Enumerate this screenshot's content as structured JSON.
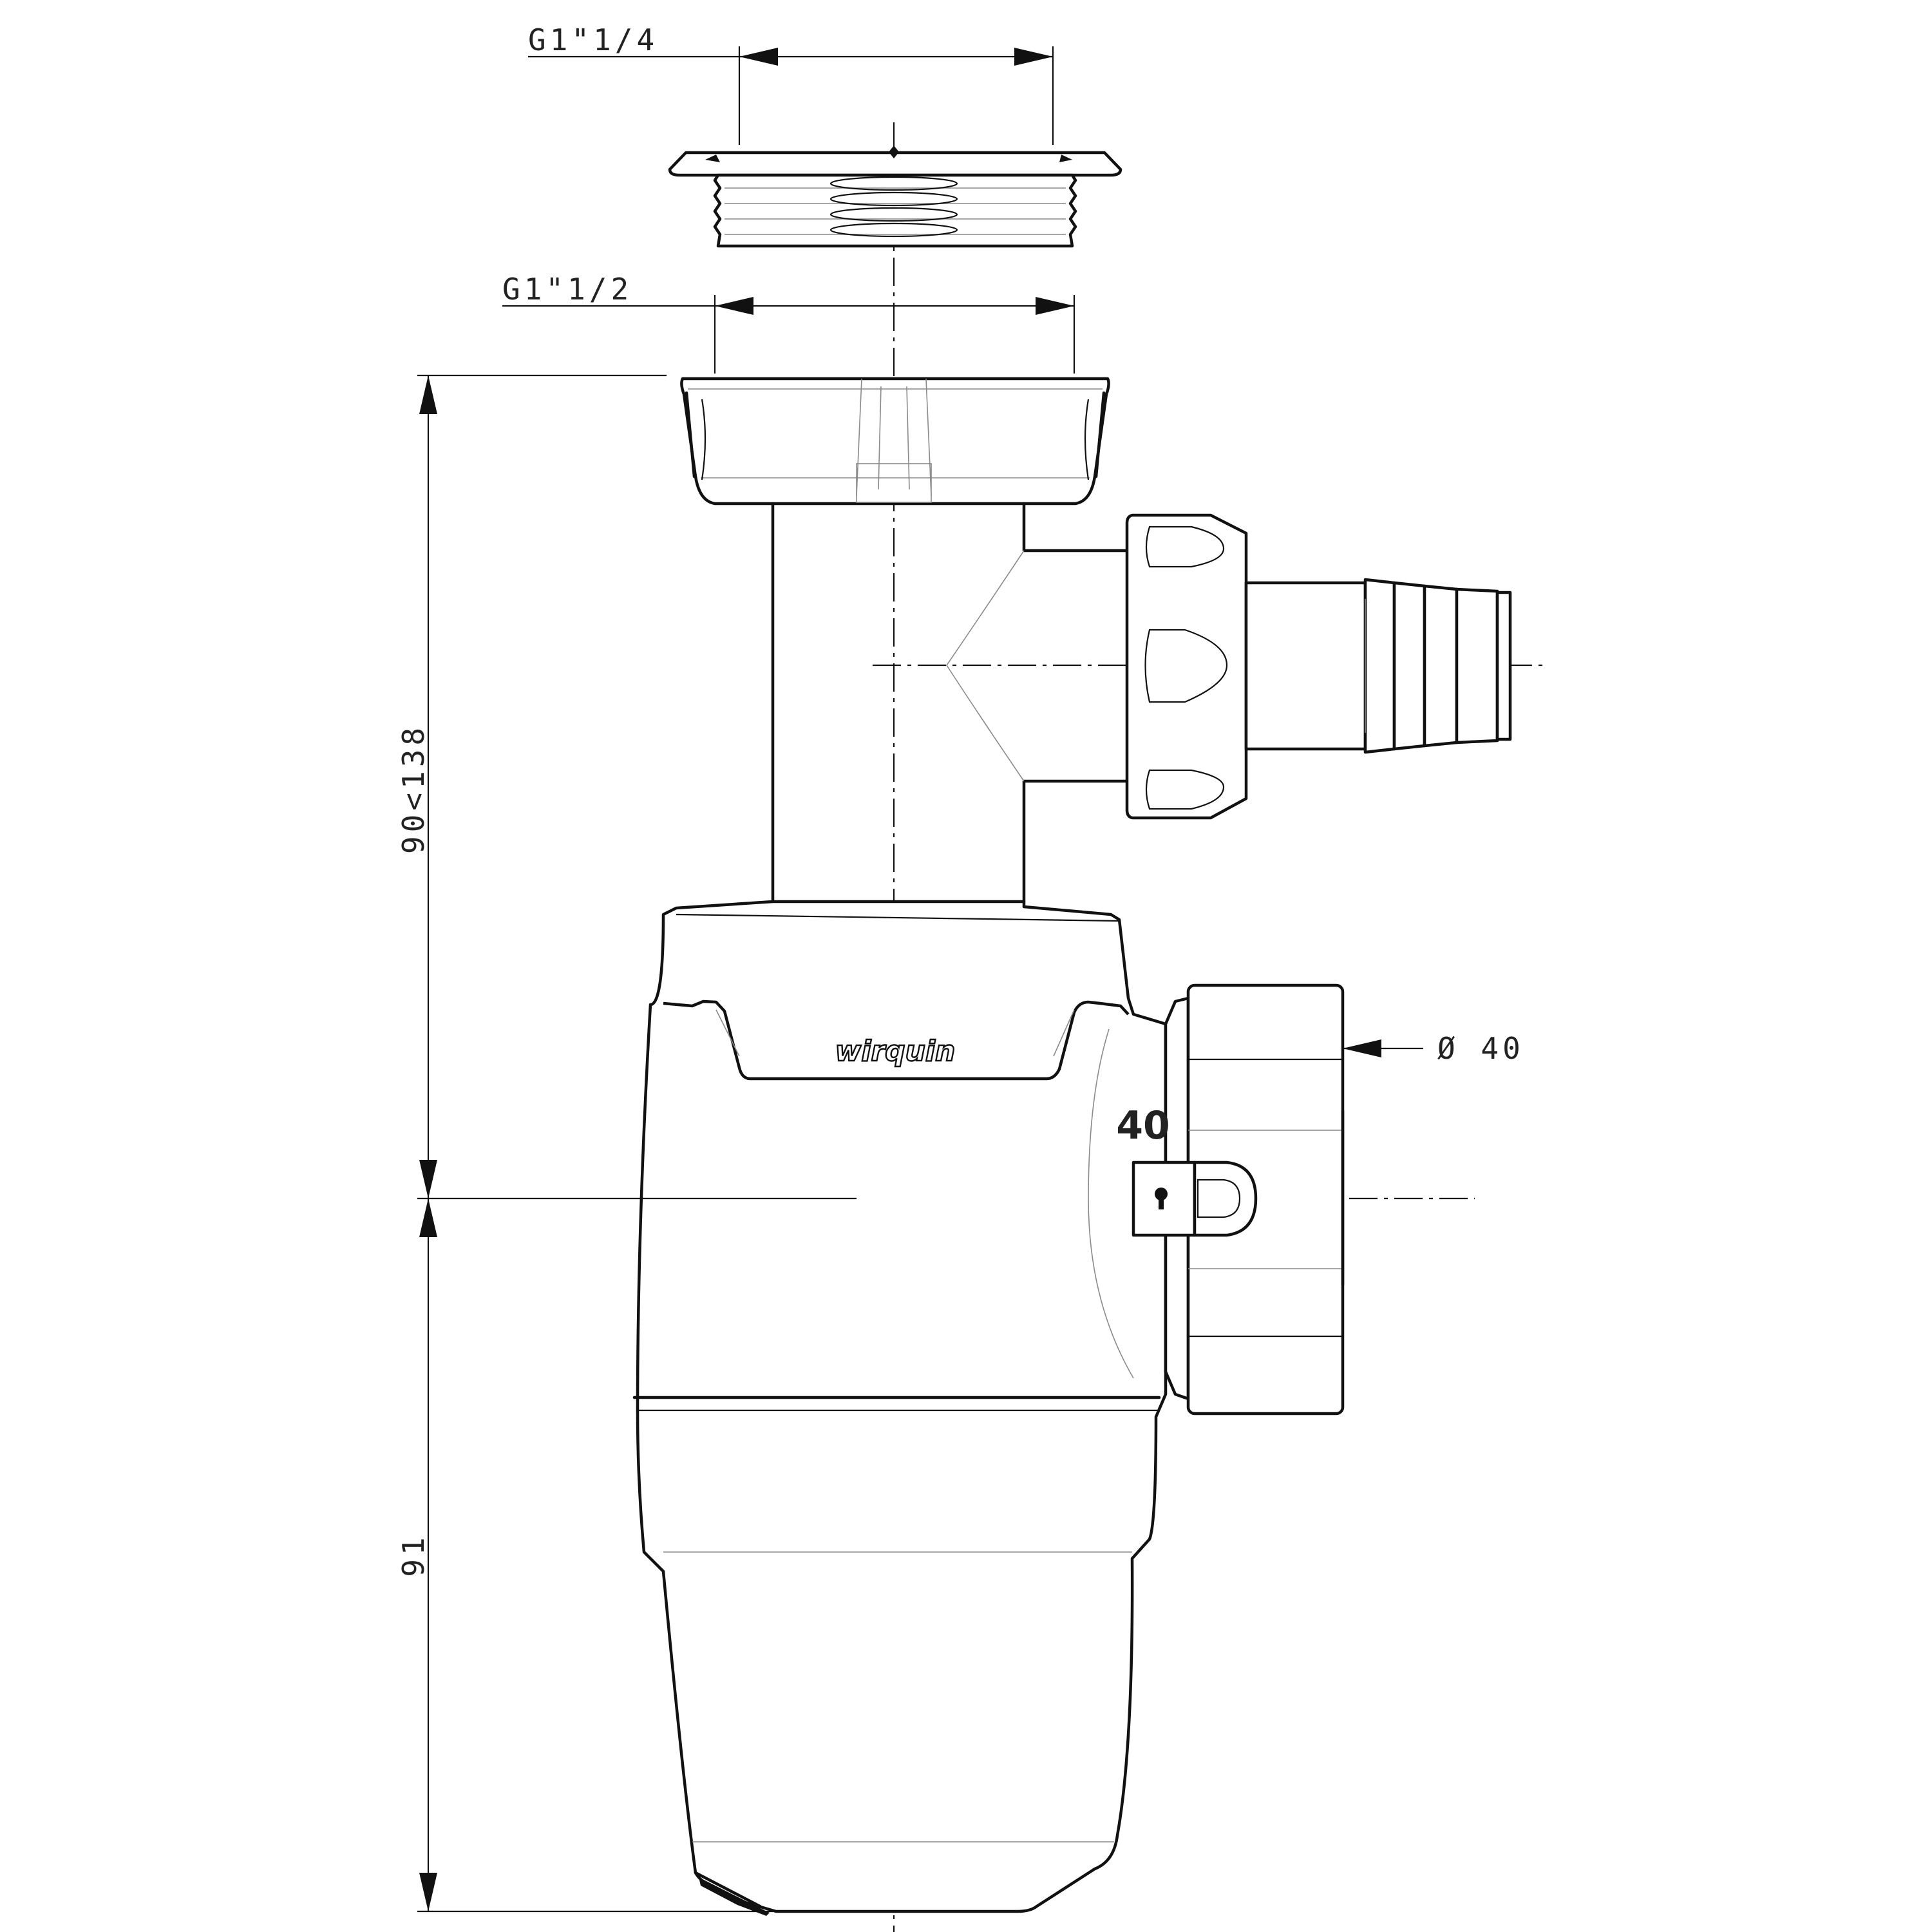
{
  "dimensions": {
    "top_thread": "G1\"1/4",
    "nut_thread": "G1\"1/2",
    "height_adjustable": "90<138",
    "lower_height": "91",
    "outlet_diameter": "Ø 40"
  },
  "body": {
    "brand": "wirquin",
    "outlet_mark": "40"
  },
  "colors": {
    "line": "#111111",
    "hidden_line": "#8a8a8a",
    "background": "#ffffff"
  }
}
